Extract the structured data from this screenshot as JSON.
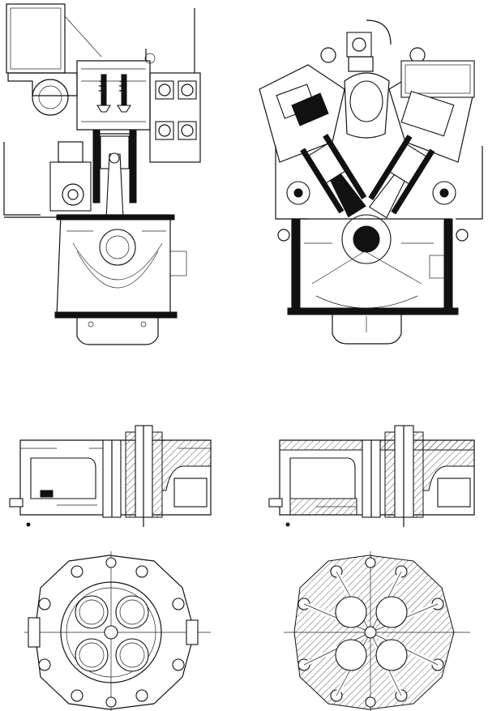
{
  "figure": {
    "panels": [
      {
        "id": "inline-engine-cross-section",
        "kind": "in-line engine cross section drawing"
      },
      {
        "id": "v-engine-cross-section",
        "kind": "V engine cross section drawing"
      },
      {
        "id": "cylinder-head-section-left",
        "kind": "cylinder head longitudinal section"
      },
      {
        "id": "cylinder-head-section-right",
        "kind": "cylinder head longitudinal section"
      },
      {
        "id": "cylinder-head-plan-left",
        "kind": "cylinder head plan section with four valve ports"
      },
      {
        "id": "cylinder-head-plan-right",
        "kind": "cylinder head plan section with radial drillings"
      }
    ],
    "colors": {
      "line": "#111111",
      "background": "#ffffff"
    }
  }
}
